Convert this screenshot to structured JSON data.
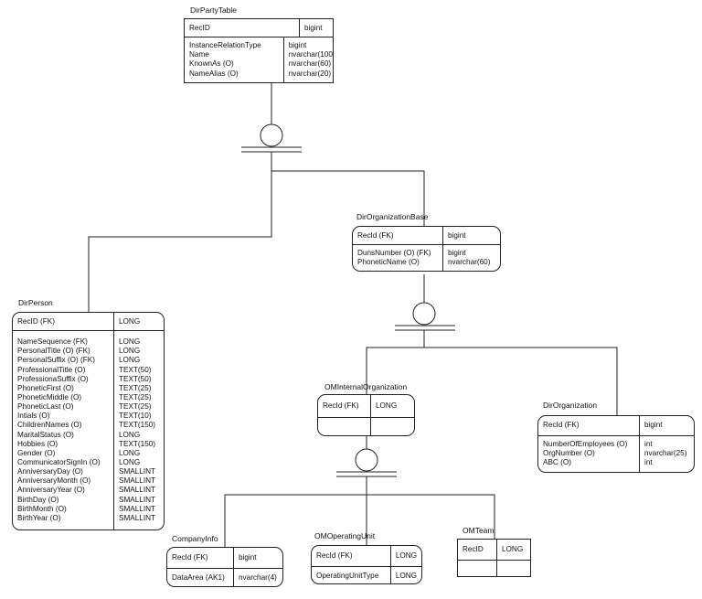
{
  "entities": {
    "dirpartytable": {
      "title": "DirPartyTable",
      "pk": [
        {
          "name": "RecID",
          "type": "bigint"
        }
      ],
      "fields": [
        {
          "name": "InstanceRelationType",
          "type": "bigint"
        },
        {
          "name": "Name",
          "type": "nvarchar(100)"
        },
        {
          "name": "KnownAs (O)",
          "type": "nvarchar(60)"
        },
        {
          "name": "NameAlias (O)",
          "type": "nvarchar(20)"
        }
      ]
    },
    "dirorganizationbase": {
      "title": "DirOrganizationBase",
      "pk": [
        {
          "name": "RecId (FK)",
          "type": "bigint"
        }
      ],
      "fields": [
        {
          "name": "DunsNumber (O) (FK)",
          "type": "bigint"
        },
        {
          "name": "PhoneticName (O)",
          "type": "nvarchar(60)"
        }
      ]
    },
    "dirperson": {
      "title": "DirPerson",
      "pk": [
        {
          "name": "RecID (FK)",
          "type": "LONG"
        }
      ],
      "fields": [
        {
          "name": "NameSequence (FK)",
          "type": "LONG"
        },
        {
          "name": "PersonalTitle (O) (FK)",
          "type": "LONG"
        },
        {
          "name": "PersonalSuffix (O) (FK)",
          "type": "LONG"
        },
        {
          "name": "ProfessionalTitle (O)",
          "type": "TEXT(50)"
        },
        {
          "name": "ProfessionaSuffix (O)",
          "type": "TEXT(50)"
        },
        {
          "name": "PhoneticFirst (O)",
          "type": "TEXT(25)"
        },
        {
          "name": "PhoneticMiddle (O)",
          "type": "TEXT(25)"
        },
        {
          "name": "PhoneticLast (O)",
          "type": "TEXT(25)"
        },
        {
          "name": "Intials (O)",
          "type": "TEXT(10)"
        },
        {
          "name": "ChildrenNames (O)",
          "type": "TEXT(150)"
        },
        {
          "name": "MaritalStatus (O)",
          "type": "LONG"
        },
        {
          "name": "Hobbies (O)",
          "type": "TEXT(150)"
        },
        {
          "name": "Gender (O)",
          "type": "LONG"
        },
        {
          "name": "CommunicatorSignIn (O)",
          "type": "LONG"
        },
        {
          "name": "AnniversaryDay (O)",
          "type": "SMALLINT"
        },
        {
          "name": "AnniversaryMonth (O)",
          "type": "SMALLINT"
        },
        {
          "name": "AnniversaryYear (O)",
          "type": "SMALLINT"
        },
        {
          "name": "BirthDay (O)",
          "type": "SMALLINT"
        },
        {
          "name": "BirthMonth (O)",
          "type": "SMALLINT"
        },
        {
          "name": "BirthYear (O)",
          "type": "SMALLINT"
        }
      ]
    },
    "ominternalorganization": {
      "title": "OMInternalOrganization",
      "pk": [
        {
          "name": "RecId (FK)",
          "type": "LONG"
        }
      ],
      "fields": []
    },
    "dirorganization": {
      "title": "DirOrganization",
      "pk": [
        {
          "name": "RecId (FK)",
          "type": "bigint"
        }
      ],
      "fields": [
        {
          "name": "NumberOfEmployees (O)",
          "type": "int"
        },
        {
          "name": "OrgNumber (O)",
          "type": "nvarchar(25)"
        },
        {
          "name": "ABC (O)",
          "type": "int"
        }
      ]
    },
    "companyinfo": {
      "title": "CompanyInfo",
      "pk": [
        {
          "name": "RecId (FK)",
          "type": "bigint"
        }
      ],
      "fields": [
        {
          "name": "DataArea (AK1)",
          "type": "nvarchar(4)"
        }
      ]
    },
    "omoperatingunit": {
      "title": "OMOperatingUnit",
      "pk": [
        {
          "name": "RecId (FK)",
          "type": "LONG"
        }
      ],
      "fields": [
        {
          "name": "OperatingUnitType",
          "type": "LONG"
        }
      ]
    },
    "omteam": {
      "title": "OMTeam",
      "pk": [
        {
          "name": "RecID",
          "type": "LONG"
        }
      ],
      "fields": []
    }
  }
}
